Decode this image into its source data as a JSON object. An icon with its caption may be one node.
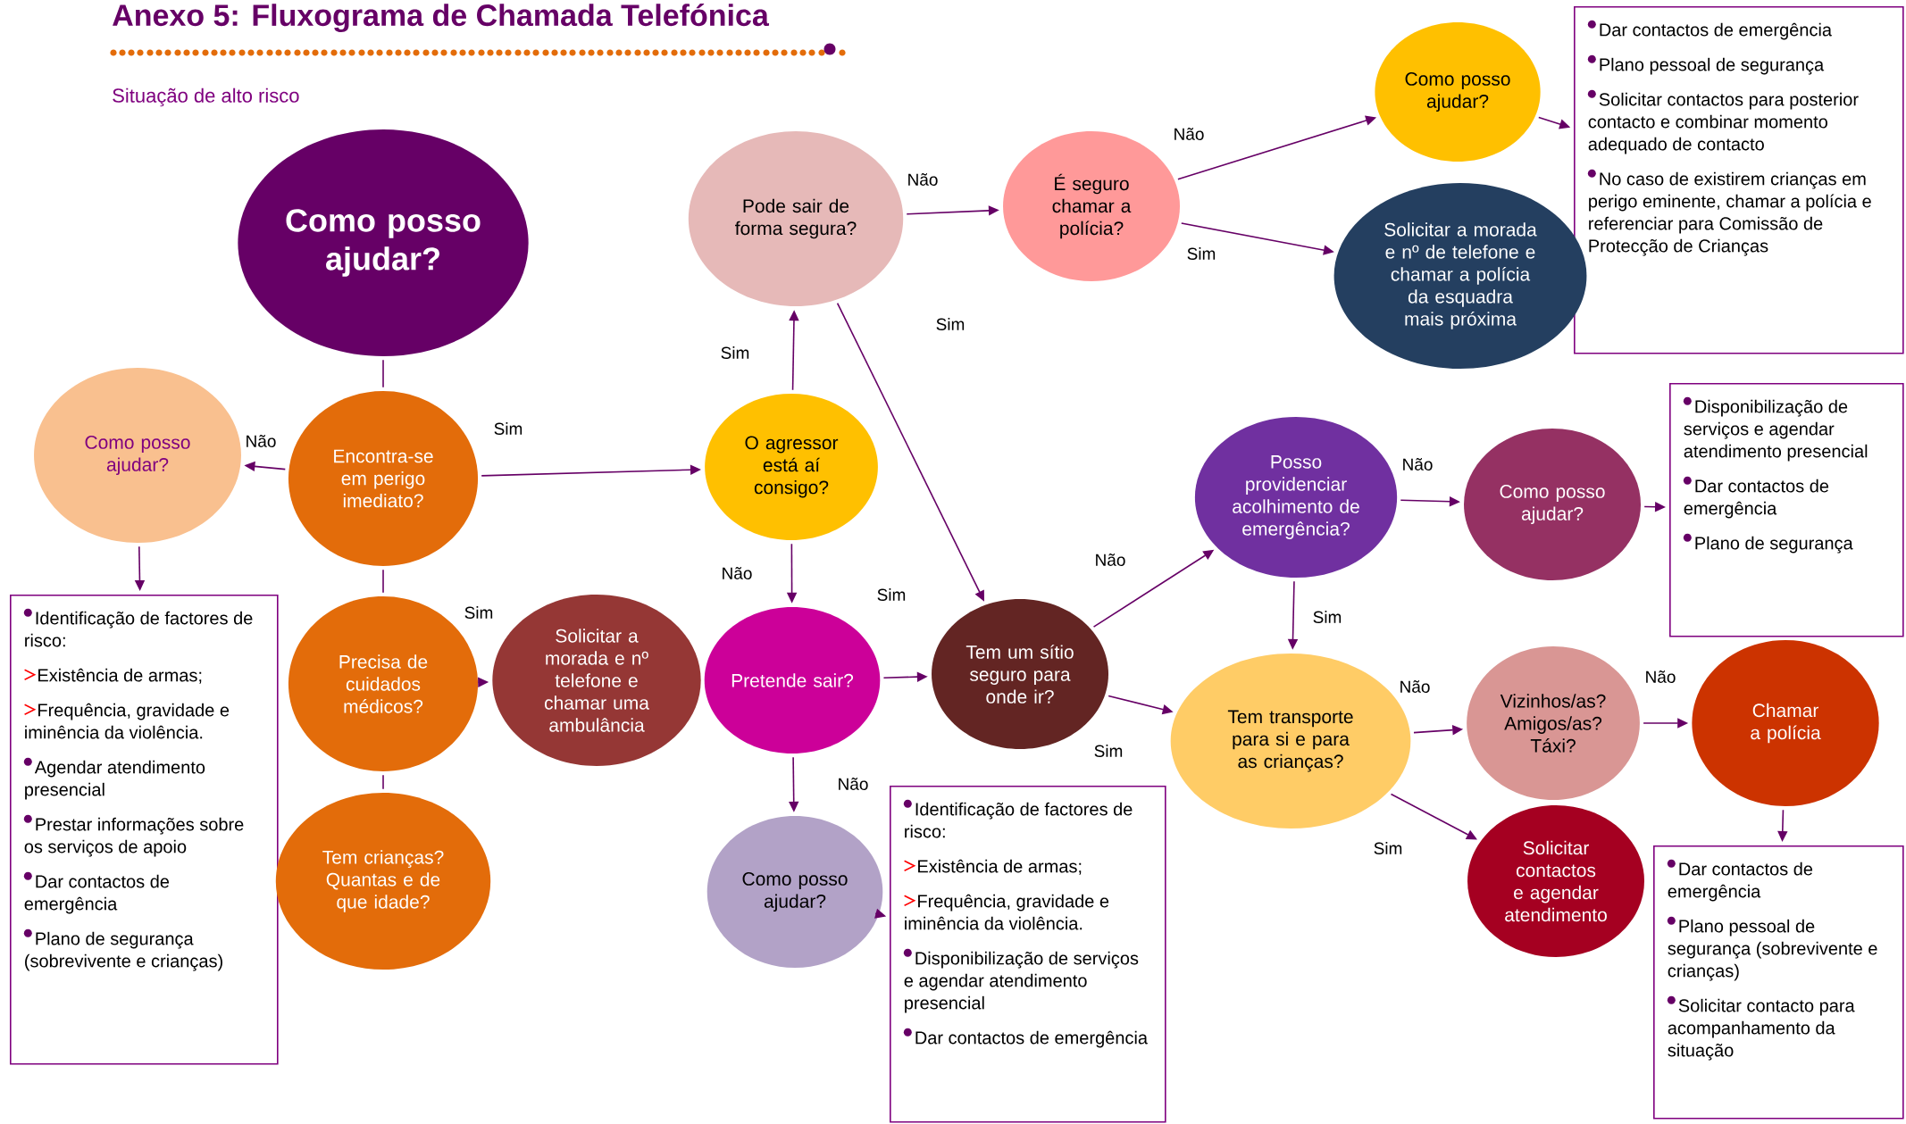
{
  "diagram": {
    "title": "Anexo 5: Fluxograma de Chamada Telefónica",
    "nodes": [
      {
        "text": [
          "Como posso ajudar?"
        ]
      },
      {
        "text": [
          "Como posso ajudar?"
        ]
      },
      {
        "text": [
          "Encontra-se em perigo imediato?"
        ]
      },
      {
        "text": [
          "Identificação de factores de risco:",
          "Existência de armas;",
          "Frequência, gravidade e iminência da violência.",
          "Agendar atendimento presencial",
          "Prestar informações sobre os serviços de apoio",
          "Dar contactos de emergência",
          "Plano de segurança (sobrevivente e crianças)"
        ]
      },
      {
        "text": [
          "Precisa de cuidados médicos?"
        ]
      },
      {
        "text": [
          "Solicitar a morada e nº telefone e chamar uma ambulância"
        ]
      },
      {
        "text": [
          "Tem crianças? Quantas e de que idade?"
        ]
      },
      {
        "text": [
          "O agressor está aí consigo?"
        ]
      },
      {
        "text": [
          "Pode sair de forma segura?"
        ]
      },
      {
        "text": [
          "É seguro chamar a polícia?"
        ]
      },
      {
        "text": [
          "Como posso ajudar?"
        ]
      },
      {
        "text": [
          "Dar contactos de emergência",
          "Plano pessoal de segurança",
          "Solicitar contactos para posterior contacto e combinar momento adequado de contacto",
          "No caso de existirem crianças em perigo eminente, chamar a polícia e referenciar para Comissão de Protecção de Crianças"
        ]
      },
      {
        "text": [
          "Solicitar a morada e nº de telefone e chamar a polícia da esquadra mais próxima"
        ]
      },
      {
        "text": [
          "Pretende sair?"
        ]
      },
      {
        "text": [
          "Como posso ajudar?"
        ]
      },
      {
        "text": [
          "Identificação de factores de risco:",
          "Existência de armas;",
          "Frequência, gravidade e iminência da violência.",
          "Disponibilização de serviços e agendar atendimento presencial",
          "Dar contactos de emergência"
        ]
      },
      {
        "text": [
          "Tem um sítio seguro para onde ir?"
        ]
      },
      {
        "text": [
          "Posso providenciar acolhimento de emergência?"
        ]
      },
      {
        "text": [
          "Como posso ajudar?"
        ]
      },
      {
        "text": [
          "Disponibilização de serviços e agendar atendimento presencial",
          "Dar contactos de emergência",
          "Plano de segurança"
        ]
      },
      {
        "text": [
          "Tem transporte para si e para as crianças?"
        ]
      },
      {
        "text": [
          "Vizinhos/as? Amigos/as? Táxi?"
        ]
      },
      {
        "text": [
          "Chamar a polícia"
        ]
      },
      {
        "text": [
          "Solicitar contactos e agendar atendimento"
        ]
      },
      {
        "text": [
          "Dar contactos de emergência",
          "Plano pessoal de segurança (sobrevivente e crianças)",
          "Solicitar contacto para acompanhamento da situação"
        ]
      }
    ],
    "edges": [
      {
        "from": 0,
        "to": 2,
        "arrow": "none"
      },
      {
        "from": 2,
        "to": 1,
        "arrow": "to",
        "label": "Não"
      },
      {
        "from": 2,
        "to": 7,
        "arrow": "to",
        "label": "Sim"
      },
      {
        "from": 2,
        "to": 4,
        "arrow": "none"
      },
      {
        "from": 4,
        "to": 5,
        "arrow": "to",
        "label": "Sim"
      },
      {
        "from": 4,
        "to": 6,
        "arrow": "none"
      },
      {
        "from": 1,
        "to": 3,
        "arrow": "to"
      },
      {
        "from": 7,
        "to": 8,
        "arrow": "to",
        "label": "Sim"
      },
      {
        "from": 7,
        "to": 13,
        "arrow": "to",
        "label": "Não"
      },
      {
        "from": 8,
        "to": 9,
        "arrow": "to",
        "label": "Não"
      },
      {
        "from": 8,
        "to": 16,
        "arrow": "to",
        "label": "Sim"
      },
      {
        "from": 9,
        "to": 10,
        "arrow": "to",
        "label": "Não"
      },
      {
        "from": 9,
        "to": 12,
        "arrow": "to",
        "label": "Sim"
      },
      {
        "from": 10,
        "to": 11,
        "arrow": "to"
      },
      {
        "from": 13,
        "to": 16,
        "arrow": "to",
        "label": "Sim"
      },
      {
        "from": 13,
        "to": 14,
        "arrow": "to",
        "label": "Não"
      },
      {
        "from": 14,
        "to": 15,
        "arrow": "to"
      },
      {
        "from": 16,
        "to": 17,
        "arrow": "to",
        "label": "Não"
      },
      {
        "from": 16,
        "to": 20,
        "arrow": "to",
        "label": "Sim"
      },
      {
        "from": 17,
        "to": 18,
        "arrow": "to",
        "label": "Não"
      },
      {
        "from": 17,
        "to": 20,
        "arrow": "to",
        "label": "Sim"
      },
      {
        "from": 18,
        "to": 19,
        "arrow": "to"
      },
      {
        "from": 20,
        "to": 21,
        "arrow": "to",
        "label": "Não"
      },
      {
        "from": 20,
        "to": 23,
        "arrow": "to",
        "label": "Sim"
      },
      {
        "from": 21,
        "to": 22,
        "arrow": "to",
        "label": "Não"
      },
      {
        "from": 22,
        "to": 24,
        "arrow": "to"
      }
    ],
    "labels": [
      "Situação de alto risco"
    ]
  }
}
